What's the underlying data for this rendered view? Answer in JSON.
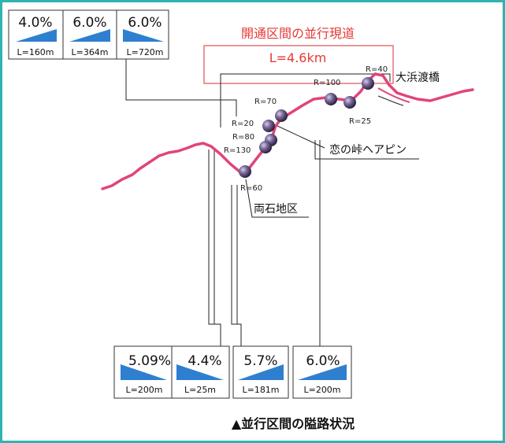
{
  "colors": {
    "border": "#2fb3b3",
    "route": "#e0457a",
    "red_text": "#e53935",
    "slope": "#2f7fd0"
  },
  "top_slopes": [
    {
      "pct": "4.0%",
      "len": "L=160m"
    },
    {
      "pct": "6.0%",
      "len": "L=364m"
    },
    {
      "pct": "6.0%",
      "len": "L=720m"
    }
  ],
  "bottom_slopes": [
    {
      "pct": "5.09%",
      "len": "L=200m"
    },
    {
      "pct": "4.4%",
      "len": "L=25m"
    },
    {
      "pct": "5.7%",
      "len": "L=181m"
    },
    {
      "pct": "6.0%",
      "len": "L=200m"
    }
  ],
  "section_title": "開通区間の並行現道",
  "section_length": "L=4.6km",
  "radii": [
    "R=40",
    "R=100",
    "R=70",
    "R=25",
    "R=20",
    "R=80",
    "R=130",
    "R=60"
  ],
  "place_labels": {
    "bridge": "大浜渡橋",
    "hairpin": "恋の峠ヘアピン",
    "district": "両石地区"
  },
  "caption": "▲並行区間の隘路状況"
}
